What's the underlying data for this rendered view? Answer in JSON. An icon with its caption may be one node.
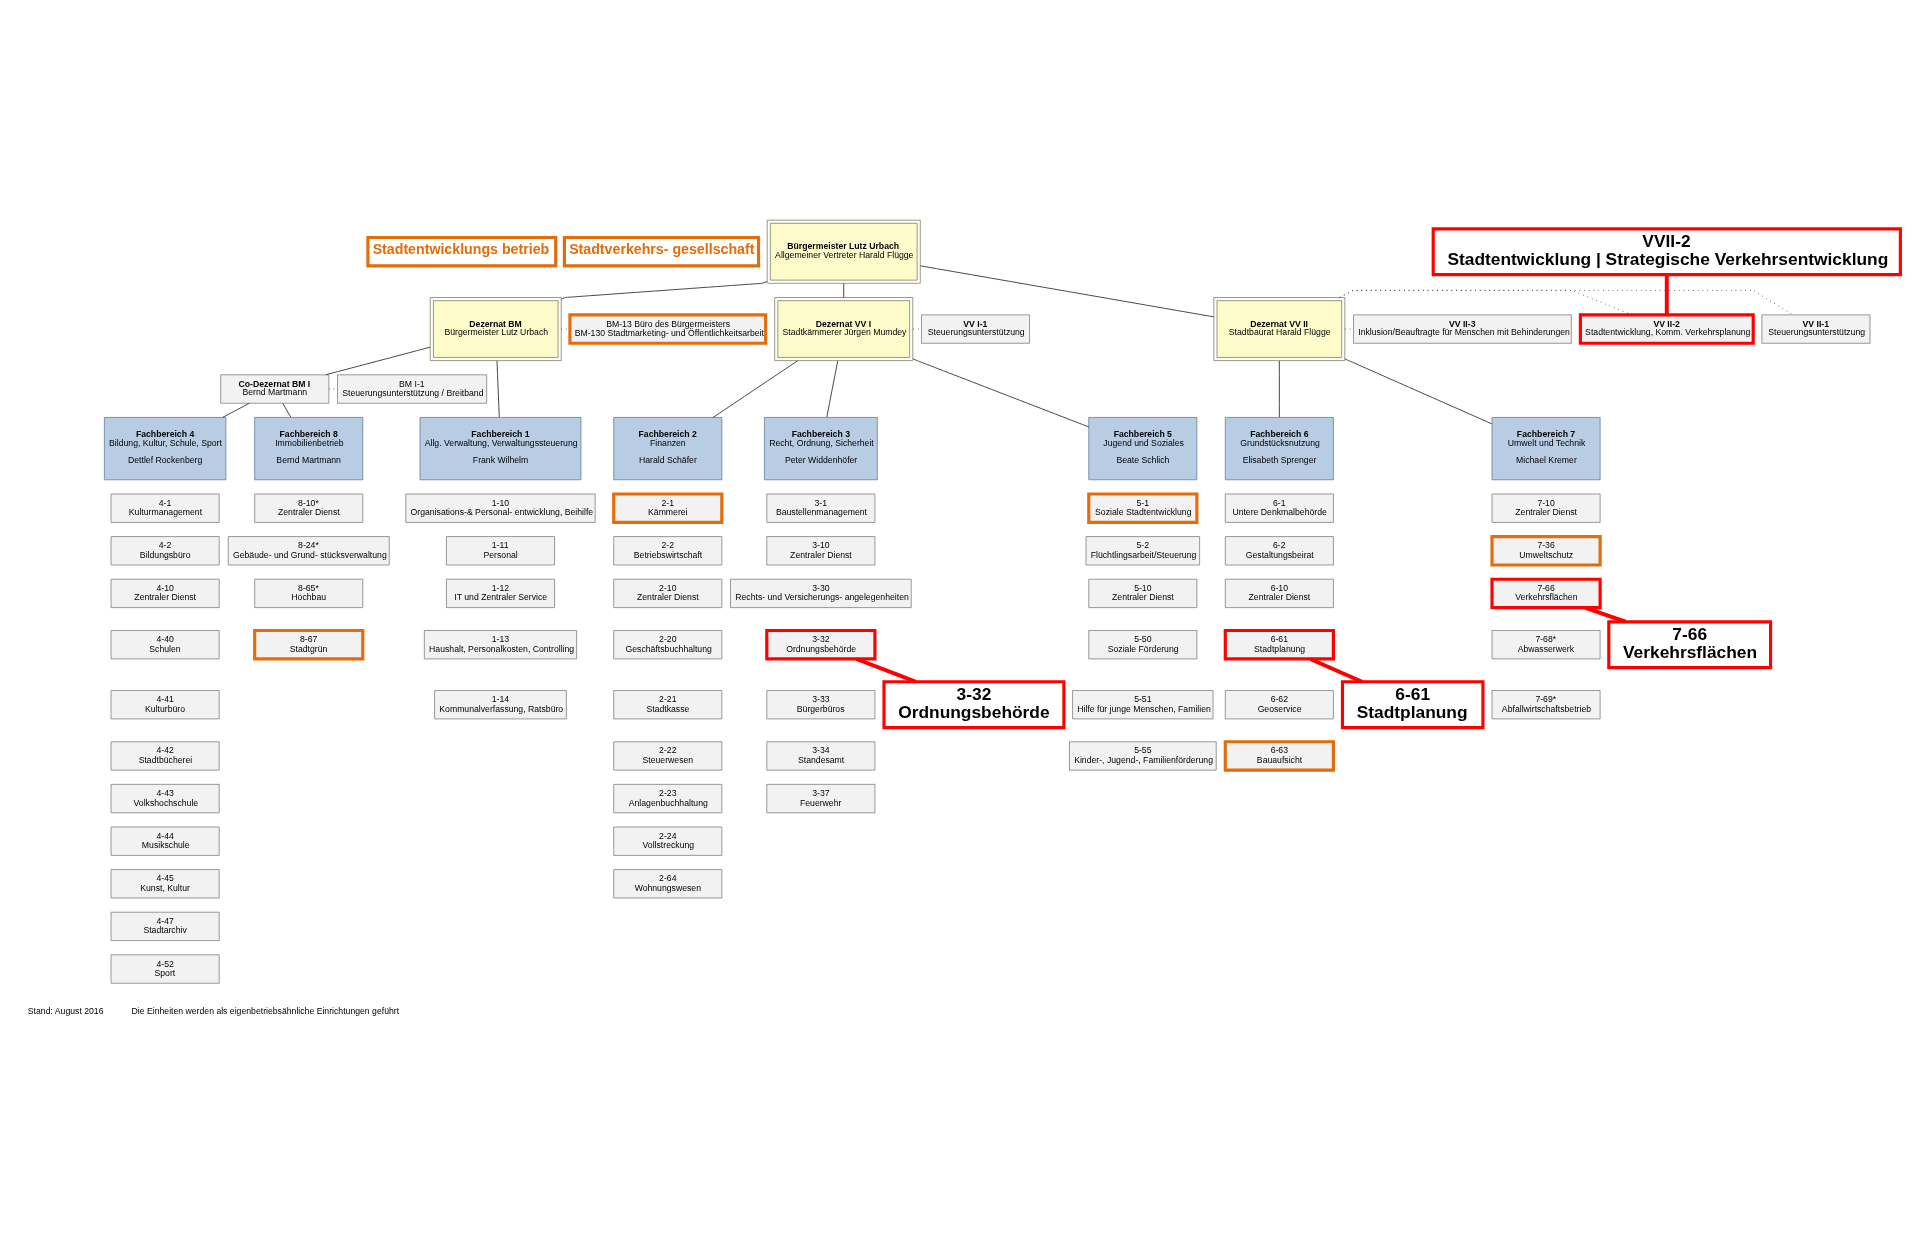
{
  "diagram": {
    "nodes": [
      {
        "text": [
          "Stadtentwicklungs betrieb"
        ]
      },
      {
        "text": [
          "Stadtverkehrs- gesellschaft"
        ]
      },
      {
        "text": [
          "Bürgermeister Lutz Urbach",
          "Allgemeiner Vertreter Harald Flügge"
        ]
      },
      {
        "text": [
          "VVII-2",
          "Stadtentwicklung | Strategische Verkehrsentwicklung"
        ]
      },
      {
        "text": [
          "Dezernat BM",
          "Bürgermeister Lutz Urbach"
        ]
      },
      {
        "text": [
          "BM-13 Büro des Bürgermeisters",
          "BM-130 Stadtmarketing- und Öffentlichkeitsarbeit"
        ]
      },
      {
        "text": [
          "Dezernat VV I",
          "Stadtkämmerer Jürgen Mumdey"
        ]
      },
      {
        "text": [
          "VV I-1",
          "Steuerungsunterstützung"
        ]
      },
      {
        "text": [
          "Dezernat VV II",
          "Stadtbaurat Harald Flügge"
        ]
      },
      {
        "text": [
          "VV II-1",
          "Steuerungsunterstützung"
        ]
      },
      {
        "text": [
          "VV II-2",
          "Stadtentwicklung, Komm. Verkehrsplanung"
        ]
      },
      {
        "text": [
          "VV II-3",
          "Inklusion/Beauftragte für Menschen mit Behinderungen"
        ]
      },
      {
        "text": [
          "Co-Dezernat BM I",
          "Bernd Martmann"
        ]
      },
      {
        "text": [
          "BM I-1",
          "Steuerungsunterstützung / Breitband"
        ]
      },
      {
        "text": [
          "Fachbereich 1",
          "Allg. Verwaltung, Verwaltungssteuerung",
          "Frank Wilhelm"
        ]
      },
      {
        "text": [
          "Fachbereich 4",
          "Bildung, Kultur, Schule, Sport",
          "Dettlef Rockenberg"
        ]
      },
      {
        "text": [
          "Fachbereich 8",
          "Immobilienbetrieb",
          "Bernd Martmann"
        ]
      },
      {
        "text": [
          "Fachbereich 2",
          "Finanzen",
          "Harald Schäfer"
        ]
      },
      {
        "text": [
          "Fachbereich 3",
          "Recht, Ordnung, Sicherheit",
          "Peter Widdenhöfer"
        ]
      },
      {
        "text": [
          "Fachbereich 5",
          "Jugend und Soziales",
          "Beate Schlich"
        ]
      },
      {
        "text": [
          "Fachbereich 6",
          "Grundstücksnutzung",
          "Elisabeth Sprenger"
        ]
      },
      {
        "text": [
          "Fachbereich 7",
          "Umwelt und Technik",
          "Michael Kremer"
        ]
      },
      {
        "text": [
          "1-10",
          "Organisations-& Personal- entwicklung, Beihilfe"
        ]
      },
      {
        "text": [
          "1-11",
          "Personal"
        ]
      },
      {
        "text": [
          "1-12",
          "IT und Zentraler Service"
        ]
      },
      {
        "text": [
          "1-13",
          "Haushalt, Personalkosten, Controlling"
        ]
      },
      {
        "text": [
          "1-14",
          "Kommunalverfassung, Ratsbüro"
        ]
      },
      {
        "text": [
          "4-1",
          "Kulturmanagement"
        ]
      },
      {
        "text": [
          "4-2",
          "Bildungsbüro"
        ]
      },
      {
        "text": [
          "4-10",
          "Zentraler Dienst"
        ]
      },
      {
        "text": [
          "4-40",
          "Schulen"
        ]
      },
      {
        "text": [
          "4-41",
          "Kulturbüro"
        ]
      },
      {
        "text": [
          "4-42",
          "Stadtbücherei"
        ]
      },
      {
        "text": [
          "4-43",
          "Volkshochschule"
        ]
      },
      {
        "text": [
          "4-44",
          "Musikschule"
        ]
      },
      {
        "text": [
          "4-45",
          "Kunst, Kultur"
        ]
      },
      {
        "text": [
          "4-47",
          "Stadtarchiv"
        ]
      },
      {
        "text": [
          "4-52",
          "Sport"
        ]
      },
      {
        "text": [
          "8-10*",
          "Zentraler Dienst"
        ]
      },
      {
        "text": [
          "8-24*",
          "Gebäude- und Grund- stücksverwaltung"
        ]
      },
      {
        "text": [
          "8-65*",
          "Hochbau"
        ]
      },
      {
        "text": [
          "8-67",
          "Stadtgrün"
        ]
      },
      {
        "text": [
          "2-1",
          "Kämmerei"
        ]
      },
      {
        "text": [
          "2-2",
          "Betriebswirtschaft"
        ]
      },
      {
        "text": [
          "2-10",
          "Zentraler Dienst"
        ]
      },
      {
        "text": [
          "2-20",
          "Geschäftsbuchhaltung"
        ]
      },
      {
        "text": [
          "2-21",
          "Stadtkasse"
        ]
      },
      {
        "text": [
          "2-22",
          "Steuerwesen"
        ]
      },
      {
        "text": [
          "2-23",
          "Anlagenbuchhaltung"
        ]
      },
      {
        "text": [
          "2-24",
          "Vollstreckung"
        ]
      },
      {
        "text": [
          "2-64",
          "Wohnungswesen"
        ]
      },
      {
        "text": [
          "3-1",
          "Baustellenmanagement"
        ]
      },
      {
        "text": [
          "3-10",
          "Zentraler Dienst"
        ]
      },
      {
        "text": [
          "3-30",
          "Rechts- und Versicherungs- angelegenheiten"
        ]
      },
      {
        "text": [
          "3-32",
          "Ordnungsbehörde"
        ]
      },
      {
        "text": [
          "3-33",
          "Bürgerbüros"
        ]
      },
      {
        "text": [
          "3-34",
          "Standesamt"
        ]
      },
      {
        "text": [
          "3-37",
          "Feuerwehr"
        ]
      },
      {
        "text": [
          "5-1",
          "Soziale Stadtentwicklung"
        ]
      },
      {
        "text": [
          "5-2",
          "Flüchtlingsarbeit/Steuerung"
        ]
      },
      {
        "text": [
          "5-10",
          "Zentraler Dienst"
        ]
      },
      {
        "text": [
          "5-50",
          "Soziale Förderung"
        ]
      },
      {
        "text": [
          "5-51",
          "Hilfe für junge Menschen, Familien"
        ]
      },
      {
        "text": [
          "5-55",
          "Kinder-, Jugend-, Familienförderung"
        ]
      },
      {
        "text": [
          "6-1",
          "Untere Denkmalbehörde"
        ]
      },
      {
        "text": [
          "6-2",
          "Gestaltungsbeirat"
        ]
      },
      {
        "text": [
          "6-10",
          "Zentraler Dienst"
        ]
      },
      {
        "text": [
          "6-61",
          "Stadtplanung"
        ]
      },
      {
        "text": [
          "6-62",
          "Geoservice"
        ]
      },
      {
        "text": [
          "6-63",
          "Bauaufsicht"
        ]
      },
      {
        "text": [
          "7-10",
          "Zentraler Dienst"
        ]
      },
      {
        "text": [
          "7-36",
          "Umweltschutz"
        ]
      },
      {
        "text": [
          "7-66",
          "Verkehrsflächen"
        ]
      },
      {
        "text": [
          "7-68*",
          "Abwasserwerk"
        ]
      },
      {
        "text": [
          "7-69*",
          "Abfallwirtschaftsbetrieb"
        ]
      },
      {
        "text": [
          "3-32",
          "Ordnungsbehörde"
        ]
      },
      {
        "text": [
          "6-61",
          "Stadtplanung"
        ]
      },
      {
        "text": [
          "7-66",
          "Verkehrsflächen"
        ]
      }
    ],
    "edges": [
      {
        "from": 2,
        "to": 4,
        "arrow": "none"
      },
      {
        "from": 2,
        "to": 6,
        "arrow": "none"
      },
      {
        "from": 2,
        "to": 8,
        "arrow": "none"
      },
      {
        "from": 4,
        "to": 5,
        "arrow": "none",
        "style": "dashed"
      },
      {
        "from": 6,
        "to": 7,
        "arrow": "none",
        "style": "dashed"
      },
      {
        "from": 8,
        "to": 9,
        "arrow": "none",
        "style": "dashed"
      },
      {
        "from": 8,
        "to": 10,
        "arrow": "none",
        "style": "dashed"
      },
      {
        "from": 8,
        "to": 11,
        "arrow": "none",
        "style": "dashed"
      },
      {
        "from": 4,
        "to": 12,
        "arrow": "none"
      },
      {
        "from": 4,
        "to": 14,
        "arrow": "none"
      },
      {
        "from": 12,
        "to": 13,
        "arrow": "none",
        "style": "dashed"
      },
      {
        "from": 12,
        "to": 15,
        "arrow": "none"
      },
      {
        "from": 12,
        "to": 16,
        "arrow": "none"
      },
      {
        "from": 6,
        "to": 17,
        "arrow": "none"
      },
      {
        "from": 6,
        "to": 18,
        "arrow": "none"
      },
      {
        "from": 6,
        "to": 19,
        "arrow": "none"
      },
      {
        "from": 8,
        "to": 20,
        "arrow": "none"
      },
      {
        "from": 8,
        "to": 21,
        "arrow": "none"
      },
      {
        "from": 3,
        "to": 10,
        "arrow": "none",
        "style": "thick",
        "color": "#ff0000"
      },
      {
        "from": 54,
        "to": 75,
        "arrow": "none",
        "style": "thick",
        "color": "#ff0000"
      },
      {
        "from": 67,
        "to": 76,
        "arrow": "none",
        "style": "thick",
        "color": "#ff0000"
      },
      {
        "from": 72,
        "to": 77,
        "arrow": "none",
        "style": "thick",
        "color": "#ff0000"
      }
    ],
    "labels": [
      "Stand: August 2016",
      "Die Einheiten werden als eigenbetriebsähnliche Einrichtungen geführt"
    ]
  }
}
